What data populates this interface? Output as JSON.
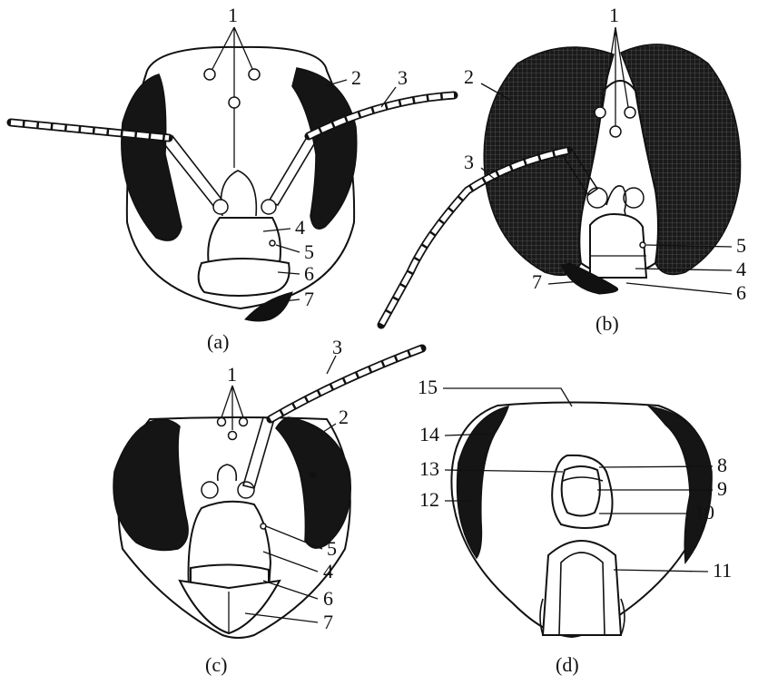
{
  "panels": {
    "a": {
      "caption": "(a)",
      "labels": {
        "l1": "1",
        "l2": "2",
        "l3": "3",
        "l4": "4",
        "l5": "5",
        "l6": "6",
        "l7": "7"
      }
    },
    "b": {
      "caption": "(b)",
      "labels": {
        "l1": "1",
        "l2": "2",
        "l3": "3",
        "l4": "4",
        "l5": "5",
        "l6": "6",
        "l7": "7"
      }
    },
    "c": {
      "caption": "(c)",
      "labels": {
        "l1": "1",
        "l2": "2",
        "l3": "3",
        "l4": "4",
        "l5": "5",
        "l6": "6",
        "l7": "7"
      }
    },
    "d": {
      "caption": "(d)",
      "labels": {
        "l8": "8",
        "l9": "9",
        "l10": "10",
        "l11": "11",
        "l12": "12",
        "l13": "13",
        "l14": "14",
        "l15": "15"
      }
    }
  },
  "colors": {
    "ink": "#111111",
    "paper": "#ffffff",
    "eye": "#151515"
  }
}
